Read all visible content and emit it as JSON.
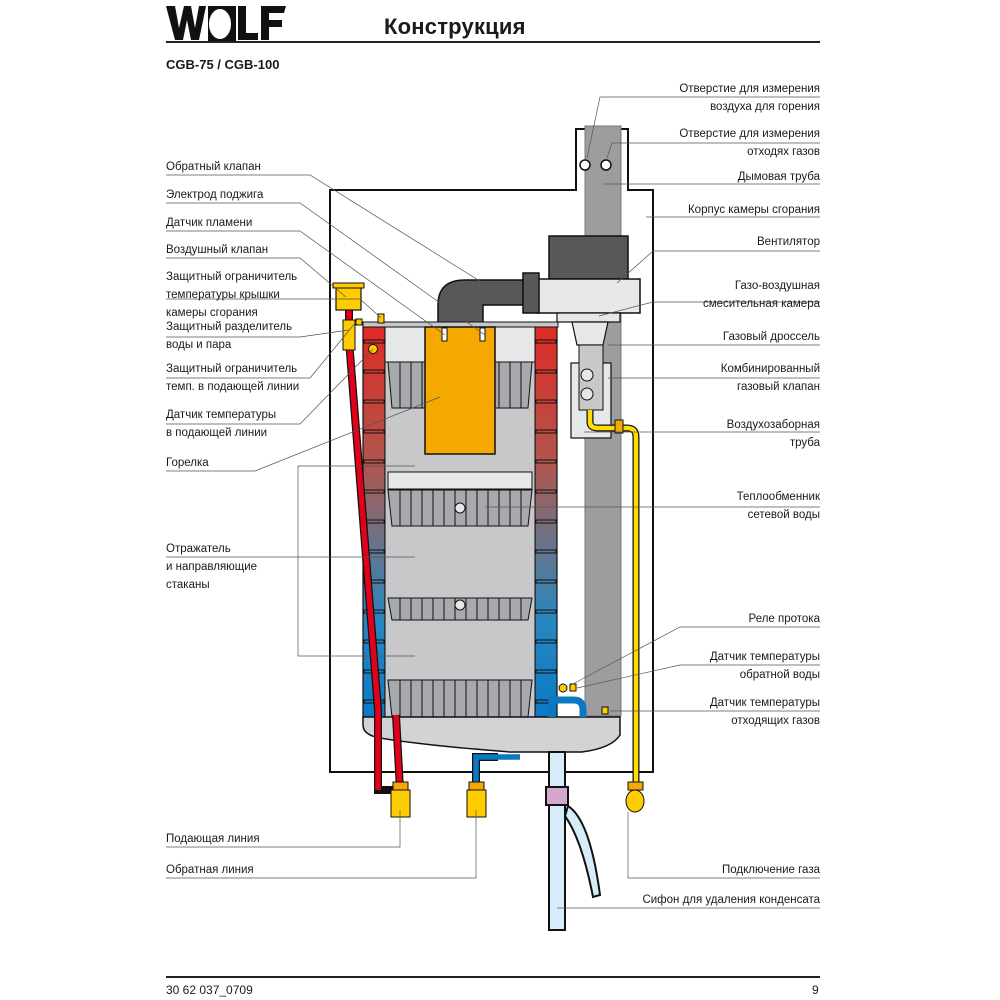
{
  "header": {
    "brand": "WOLF",
    "title": "Конструкция",
    "model": "CGB-75 / CGB-100"
  },
  "footer": {
    "doc_number": "30 62 037_0709",
    "page_number": "9"
  },
  "colors": {
    "supply_line": "#e2001a",
    "return_line": "#0a79c2",
    "gas_line": "#ffdd00",
    "burner": "#f5a800",
    "fittings": "#ffcc00",
    "flue_pipe": "#9d9d9f",
    "fan": "#58585a",
    "condensate_pipe": "#d6ecf8",
    "siphon_connector": "#d4a7cc"
  },
  "labels_left": [
    {
      "id": "non-return-valve",
      "lines": [
        "Обратный клапан"
      ]
    },
    {
      "id": "ignition-electrode",
      "lines": [
        "Электрод поджига"
      ]
    },
    {
      "id": "flame-sensor",
      "lines": [
        "Датчик пламени"
      ]
    },
    {
      "id": "air-valve",
      "lines": [
        "Воздушный клапан"
      ]
    },
    {
      "id": "combustion-chamber-cover-limiter",
      "lines": [
        "Защитный ограничитель",
        "температуры крышки",
        "камеры сгорания"
      ]
    },
    {
      "id": "water-steam-separator",
      "lines": [
        "Защитный разделитель",
        "воды и пара"
      ]
    },
    {
      "id": "supply-temp-limiter",
      "lines": [
        "Защитный ограничитель",
        "темп. в подающей линии"
      ]
    },
    {
      "id": "supply-temp-sensor",
      "lines": [
        "Датчик температуры",
        "в подающей линии"
      ]
    },
    {
      "id": "burner",
      "lines": [
        "Горелка"
      ]
    },
    {
      "id": "reflector-guide-cups",
      "lines": [
        "Отражатель",
        "и направляющие",
        "стаканы"
      ]
    },
    {
      "id": "supply-line",
      "lines": [
        "Подающая линия"
      ]
    },
    {
      "id": "return-line",
      "lines": [
        "Обратная линия"
      ]
    }
  ],
  "labels_right": [
    {
      "id": "combustion-air-test-port",
      "lines": [
        "Отверстие для измерения",
        "воздуха для горения"
      ]
    },
    {
      "id": "flue-gas-test-port",
      "lines": [
        "Отверстие для измерения",
        "отходях газов"
      ]
    },
    {
      "id": "flue-pipe",
      "lines": [
        "Дымовая труба"
      ]
    },
    {
      "id": "combustion-chamber-casing",
      "lines": [
        "Корпус камеры сгорания"
      ]
    },
    {
      "id": "fan",
      "lines": [
        "Вентилятор"
      ]
    },
    {
      "id": "gas-air-mixing-chamber",
      "lines": [
        "Газо-воздушная",
        "смесительная камера"
      ]
    },
    {
      "id": "gas-throttle",
      "lines": [
        "Газовый дроссель"
      ]
    },
    {
      "id": "combination-gas-valve",
      "lines": [
        "Комбинированный",
        "газовый клапан"
      ]
    },
    {
      "id": "air-intake-pipe",
      "lines": [
        "Воздухозаборная",
        "труба"
      ]
    },
    {
      "id": "heat-exchanger",
      "lines": [
        "Теплообменник",
        "сетевой воды"
      ]
    },
    {
      "id": "flow-switch",
      "lines": [
        "Реле протока"
      ]
    },
    {
      "id": "return-temp-sensor",
      "lines": [
        "Датчик температуры",
        "обратной воды"
      ]
    },
    {
      "id": "flue-gas-temp-sensor",
      "lines": [
        "Датчик температуры",
        "отходящих газов"
      ]
    },
    {
      "id": "gas-connection",
      "lines": [
        "Подключение газа"
      ]
    },
    {
      "id": "condensate-siphon",
      "lines": [
        "Сифон для удаления конденсата"
      ]
    }
  ]
}
